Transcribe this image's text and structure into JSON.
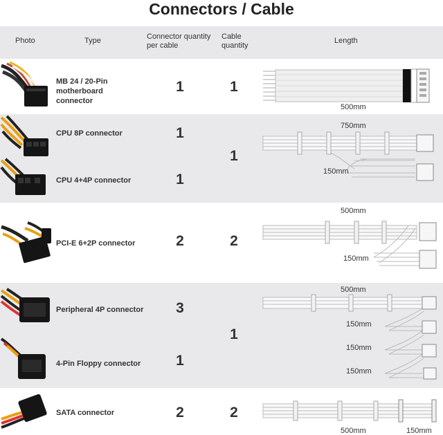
{
  "title": "Connectors / Cable",
  "header": {
    "photo": "Photo",
    "type": "Type",
    "conn_qty_line1": "Connector quantity",
    "conn_qty_line2": "per cable",
    "cable_qty_line1": "Cable",
    "cable_qty_line2": "quantity",
    "length": "Length"
  },
  "rows": {
    "mb": {
      "type_l1": "MB 24 / 20-Pin",
      "type_l2": "motherboard",
      "type_l3": "connector",
      "conn_qty": "1",
      "cable_qty": "1",
      "len": "500mm"
    },
    "cpu8": {
      "type": "CPU 8P connector",
      "conn_qty": "1",
      "len": "750mm"
    },
    "cpu44": {
      "type": "CPU 4+4P connector",
      "conn_qty": "1",
      "len": "150mm"
    },
    "cpu_cable_qty": "1",
    "pcie": {
      "type": "PCI-E 6+2P connector",
      "conn_qty": "2",
      "cable_qty": "2",
      "len_main": "500mm",
      "len_branch": "150mm"
    },
    "periph": {
      "type": "Peripheral 4P connector",
      "conn_qty": "3",
      "len_main": "500mm",
      "len_b1": "150mm",
      "len_b2": "150mm",
      "len_b3": "150mm"
    },
    "floppy": {
      "type": "4-Pin Floppy connector",
      "conn_qty": "1"
    },
    "periph_cable_qty": "1",
    "sata": {
      "type": "SATA connector",
      "conn_qty": "2",
      "cable_qty": "2",
      "len_main": "500mm",
      "len_branch": "150mm"
    }
  }
}
